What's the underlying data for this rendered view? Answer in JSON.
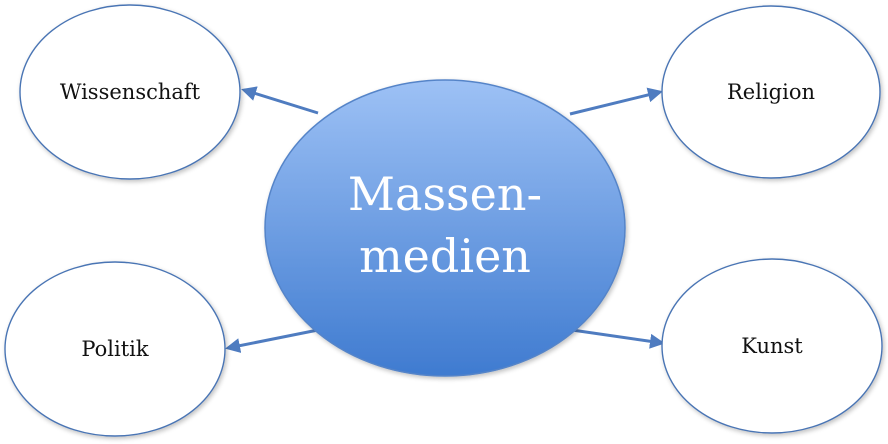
{
  "center": {
    "line1": "Massen-",
    "line2": "medien"
  },
  "nodes": {
    "top_left": "Wissenschaft",
    "top_right": "Religion",
    "bottom_left": "Politik",
    "bottom_right": "Kunst"
  },
  "colors": {
    "center_top": "#9dc1f5",
    "center_bottom": "#3f7bd0",
    "center_stroke": "#5584c8",
    "arrow": "#4f7cc0",
    "node_stroke": "#4a74b4"
  }
}
